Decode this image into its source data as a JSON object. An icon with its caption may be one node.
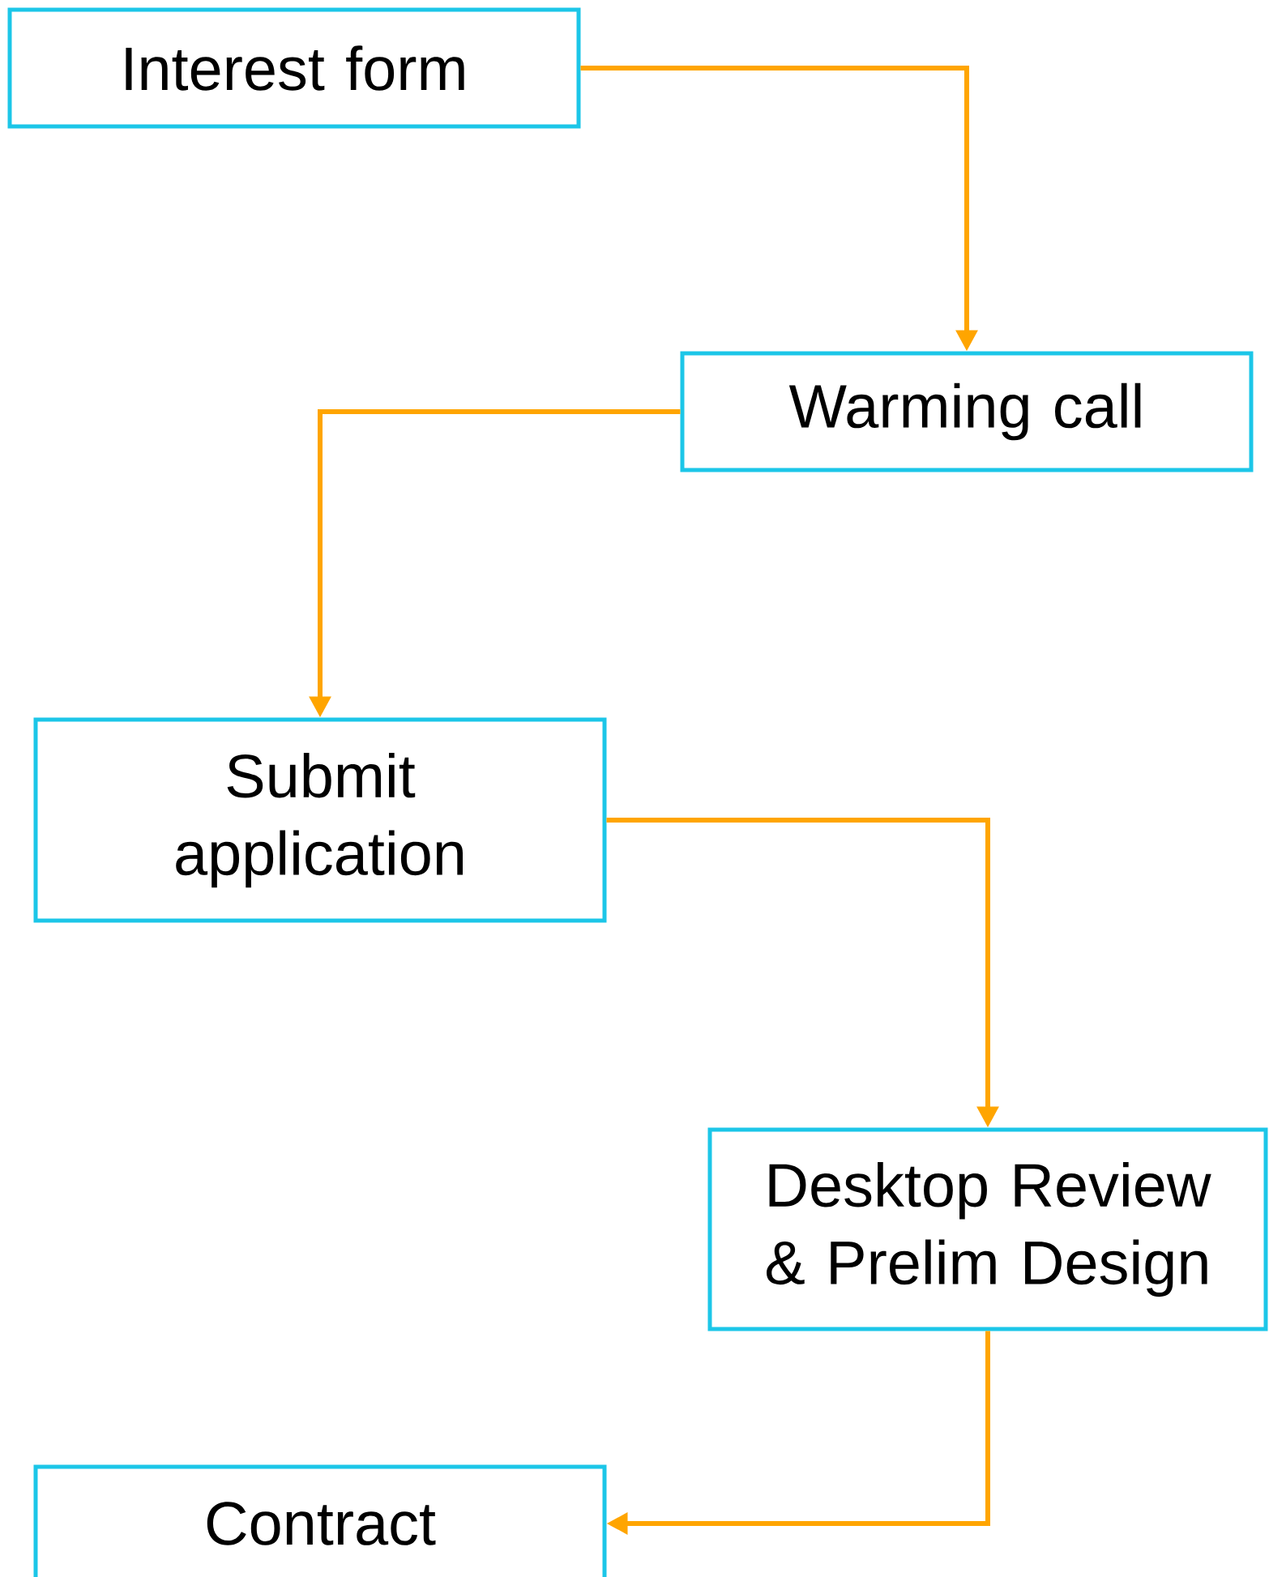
{
  "diagram": {
    "nodes": [
      {
        "text": [
          "Interest form"
        ]
      },
      {
        "text": [
          "Warming call"
        ]
      },
      {
        "text": [
          "Submit application"
        ]
      },
      {
        "text": [
          "Desktop Review & Prelim Design"
        ]
      },
      {
        "text": [
          "Contract"
        ]
      }
    ],
    "edges": [
      {
        "from": 0,
        "to": 1,
        "arrow": "to"
      },
      {
        "from": 1,
        "to": 2,
        "arrow": "to"
      },
      {
        "from": 2,
        "to": 3,
        "arrow": "to"
      },
      {
        "from": 3,
        "to": 4,
        "arrow": "to"
      }
    ]
  }
}
